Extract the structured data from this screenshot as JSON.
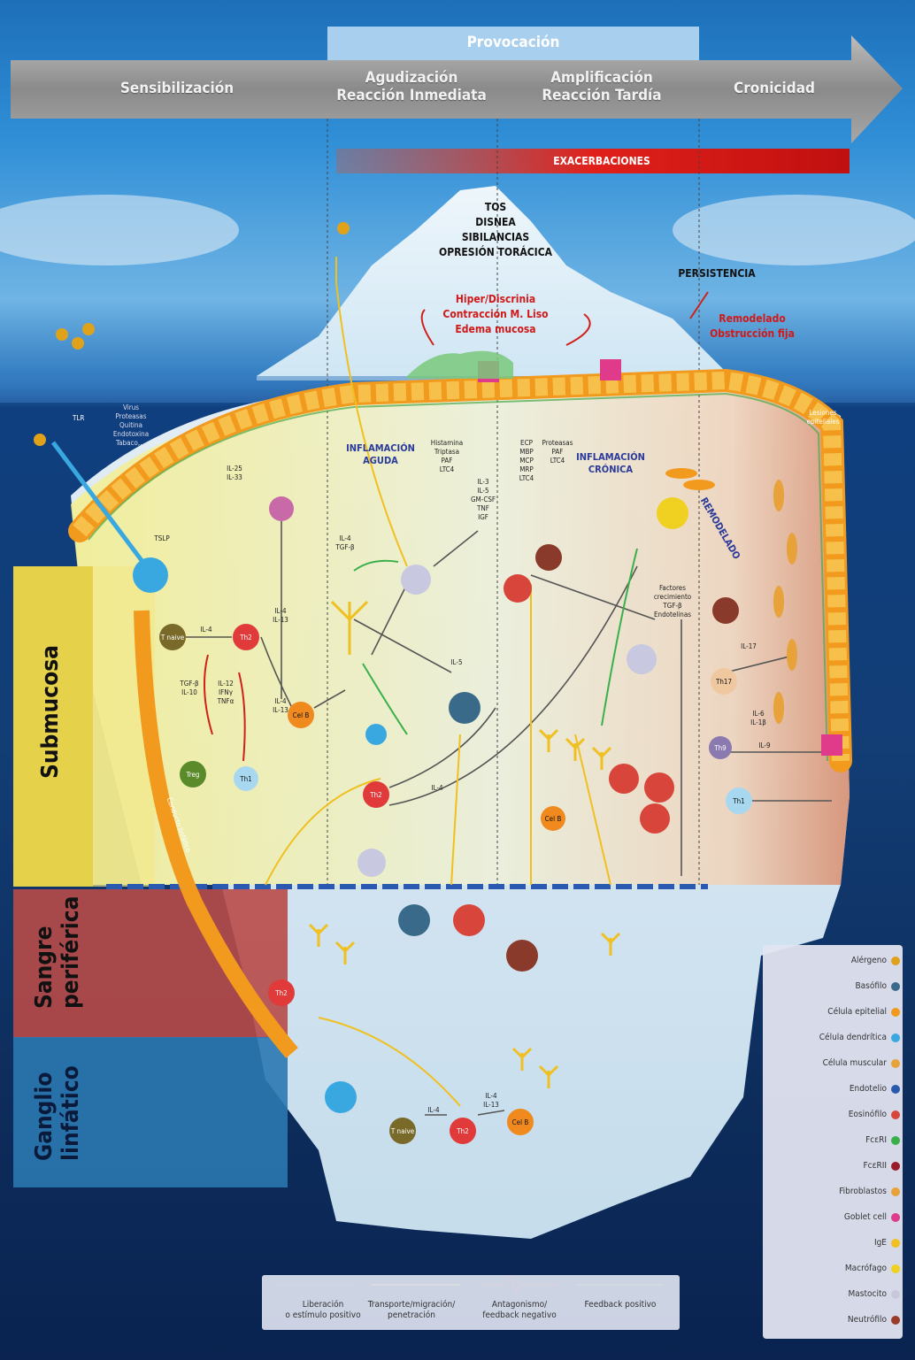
{
  "header": {
    "provocacion": "Provocación",
    "phases": [
      "Sensibilización",
      "Agudización\nReacción Inmediata",
      "Amplificación\nReacción Tardía",
      "Cronicidad"
    ],
    "exacerbaciones": "EXACERBACIONES"
  },
  "peak": {
    "symptoms": "TOS\nDISNEA\nSIBILANCIAS\nOPRESIÓN TORÁCICA",
    "effects": "Hiper/Discrinia\nContracción M. Liso\nEdema mucosa",
    "persistencia": "PERSISTENCIA",
    "remodelado_fijo": "Remodelado\nObstrucción fija"
  },
  "labels": {
    "tlr": "TLR",
    "triggers": "Virus\nProteasas\nQuitina\nEndotoxina\nTabaco,...",
    "il25": "IL-25\nIL-33",
    "tslp": "TSLP",
    "inflam_aguda": "INFLAMACIÓN\nAGUDA",
    "inflam_cronica": "INFLAMACIÓN\nCRÓNICA",
    "remodelado": "REMODELADO",
    "lesiones": "Lesiones\nepiteliales",
    "mediators1": "Histamina\nTriptasa\nPAF\nLTC4",
    "mediators2": "IL-3\nIL-5\nGM-CSF\nTNF\nIGF",
    "mediators3": "ECP\nMBP\nMCP\nMRP\nLTC4",
    "mediators4": "Proteasas\nPAF\nLTC4",
    "il4tgf": "IL-4\nTGF-β",
    "il4_13a": "IL-4\nIL-13",
    "il4_13b": "IL-4\nIL-13",
    "il4": "IL-4",
    "tgf": "TGF-β\nIL-10",
    "il12": "IL-12\nIFNγ\nTNFα",
    "il5": "IL-5",
    "il4b": "IL-4",
    "factores": "Factores\ncrecimiento\nTGF-β\nEndotelinas",
    "il17": "IL-17",
    "il6": "IL-6\nIL-1β",
    "il9": "IL-9",
    "conducto": "Conducto linfático",
    "il4c": "IL-4",
    "il4_13c": "IL-4\nIL-13"
  },
  "cells": {
    "tnaive": "T naive",
    "th2": "Th2",
    "celb": "Cel B",
    "treg": "Treg",
    "th1": "Th1",
    "th17": "Th17",
    "th9": "Th9",
    "th1b": "Th1",
    "th2b": "Th2",
    "celb2": "Cel B",
    "th2c": "Th2",
    "tnaive2": "T naive",
    "th2d": "Th2",
    "celb3": "Cel B"
  },
  "compartments": {
    "submucosa": "Submucosa",
    "sangre": "Sangre\nperiférica",
    "ganglio": "Ganglio\nlinfático"
  },
  "legend": [
    {
      "label": "Alérgeno",
      "icon": "allergen-icon",
      "color": "#e0a21a"
    },
    {
      "label": "Basófilo",
      "icon": "basophil-icon",
      "color": "#3a6a8a"
    },
    {
      "label": "Célula epitelial",
      "icon": "epithelial-cell-icon",
      "color": "#f29a1e"
    },
    {
      "label": "Célula dendrítica",
      "icon": "dendritic-cell-icon",
      "color": "#3aa8e0"
    },
    {
      "label": "Célula muscular",
      "icon": "muscle-cell-icon",
      "color": "#e8a23a"
    },
    {
      "label": "Endotelio",
      "icon": "endothelium-icon",
      "color": "#2a5ab0"
    },
    {
      "label": "Eosinófilo",
      "icon": "eosinophil-icon",
      "color": "#d8453a"
    },
    {
      "label": "FcεRI",
      "icon": "fceri-icon",
      "color": "#38b04a"
    },
    {
      "label": "FcεRII",
      "icon": "fcerii-icon",
      "color": "#9a1a2a"
    },
    {
      "label": "Fibroblastos",
      "icon": "fibroblast-icon",
      "color": "#e8a23a"
    },
    {
      "label": "Goblet cell",
      "icon": "goblet-cell-icon",
      "color": "#e03a8a"
    },
    {
      "label": "IgE",
      "icon": "ige-icon",
      "color": "#f0c020"
    },
    {
      "label": "Macrófago",
      "icon": "macrophage-icon",
      "color": "#f0d020"
    },
    {
      "label": "Mastocito",
      "icon": "mast-cell-icon",
      "color": "#c8c8d8"
    },
    {
      "label": "Neutrófilo",
      "icon": "neutrophil-icon",
      "color": "#9a3a2a"
    }
  ],
  "arrow_legend": [
    {
      "label": "Liberación\no estímulo positivo",
      "color": "#555555"
    },
    {
      "label": "Transporte/migración/\npenetración",
      "color": "#f0c020"
    },
    {
      "label": "Antagonismo/\nfeedback negativo",
      "color": "#d0201a"
    },
    {
      "label": "Feedback positivo",
      "color": "#3ab04a"
    }
  ]
}
